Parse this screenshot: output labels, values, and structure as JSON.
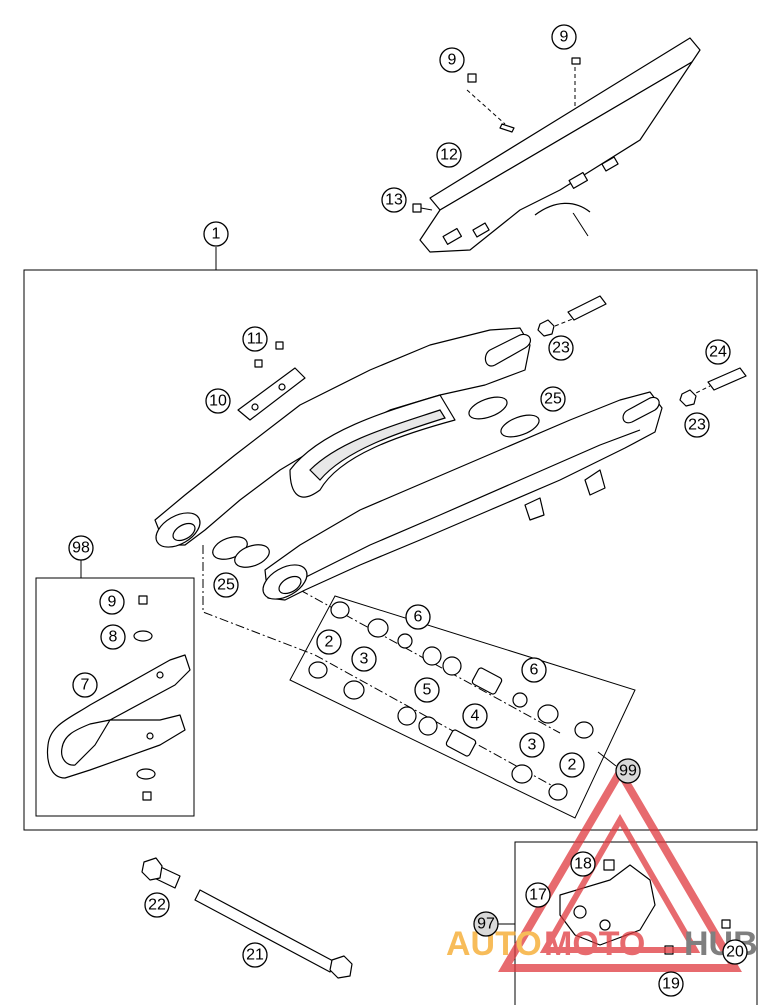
{
  "callouts": {
    "c1": "1",
    "c2a": "2",
    "c2b": "2",
    "c3a": "3",
    "c3b": "3",
    "c4": "4",
    "c5": "5",
    "c6a": "6",
    "c6b": "6",
    "c7": "7",
    "c8": "8",
    "c9a": "9",
    "c9b": "9",
    "c9c": "9",
    "c10": "10",
    "c11": "11",
    "c12": "12",
    "c13": "13",
    "c17": "17",
    "c18": "18",
    "c19": "19",
    "c20": "20",
    "c21": "21",
    "c22": "22",
    "c23a": "23",
    "c23b": "23",
    "c24": "24",
    "c25a": "25",
    "c25b": "25",
    "c97": "97",
    "c98": "98",
    "c99": "99"
  },
  "watermark": {
    "word_auto": "AUTO",
    "word_moto": "MOTO",
    "word_hub": "HUB",
    "color_red": "#e0393e",
    "color_orange": "#f5a623",
    "color_grey": "#555555"
  }
}
